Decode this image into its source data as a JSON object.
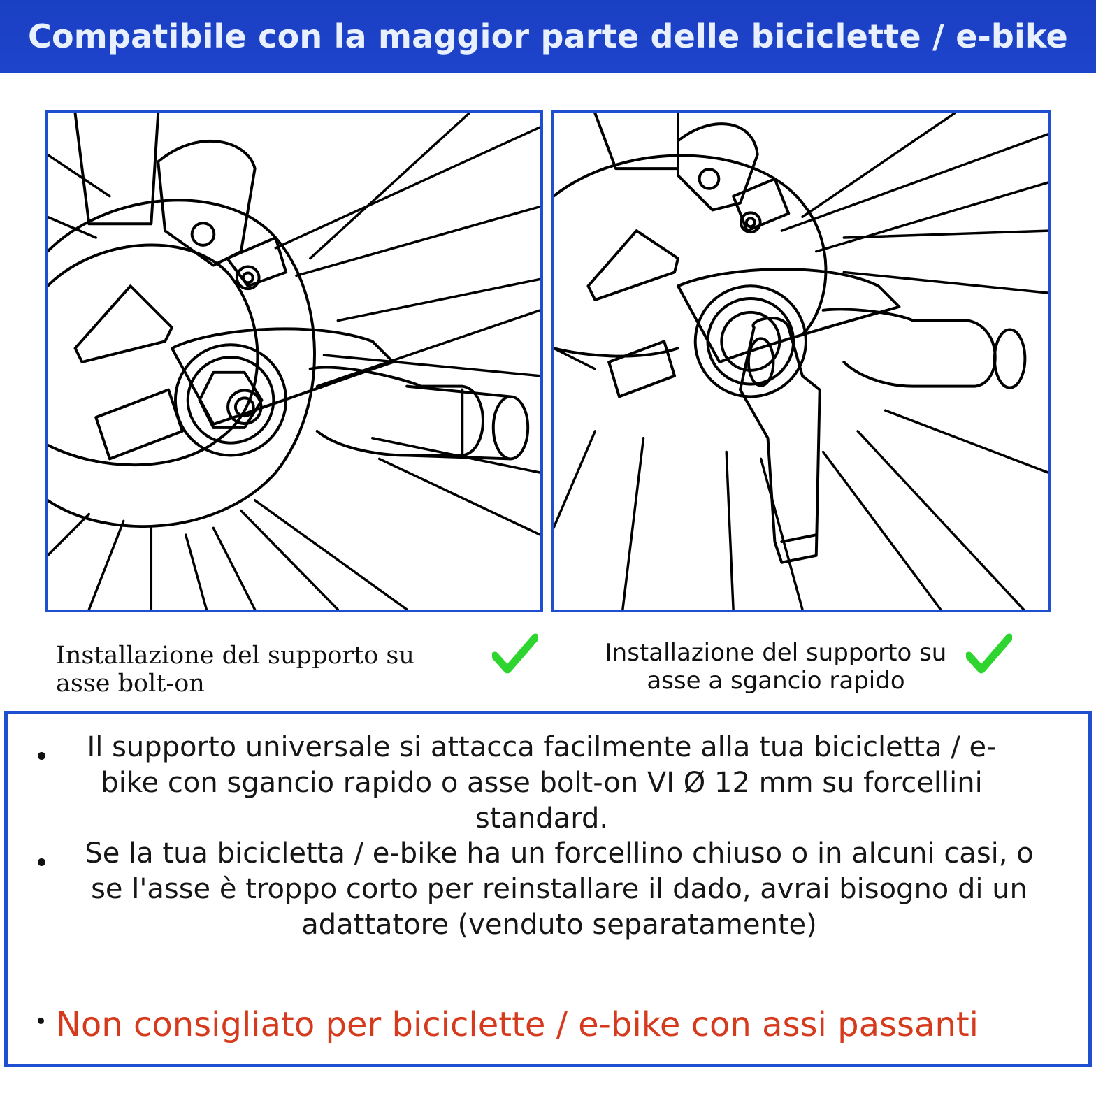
{
  "header": {
    "title": "Compatibile con la maggior parte delle biciclette / e-bike",
    "background_color": "#1e44cc"
  },
  "illustrations": [
    {
      "caption": "Installazione del supporto su asse bolt-on",
      "status_icon": "check-icon"
    },
    {
      "caption": "Installazione del supporto su asse a sgancio rapido",
      "status_icon": "check-icon"
    }
  ],
  "info": {
    "bullets": [
      "Il supporto universale si attacca facilmente alla tua bicicletta / e-bike con sgancio rapido o asse bolt-on VI Ø 12 mm su forcellini standard.",
      "Se la tua bicicletta / e-bike ha un forcellino chiuso o in alcuni casi, o se l'asse è troppo corto per reinstallare il dado, avrai bisogno di un adattatore (venduto separatamente)"
    ],
    "warning": "Non consigliato per biciclette / e-bike con assi passanti",
    "warning_color": "#d63a1c",
    "border_color": "#1e4fd1",
    "check_color": "#2ed52e"
  }
}
